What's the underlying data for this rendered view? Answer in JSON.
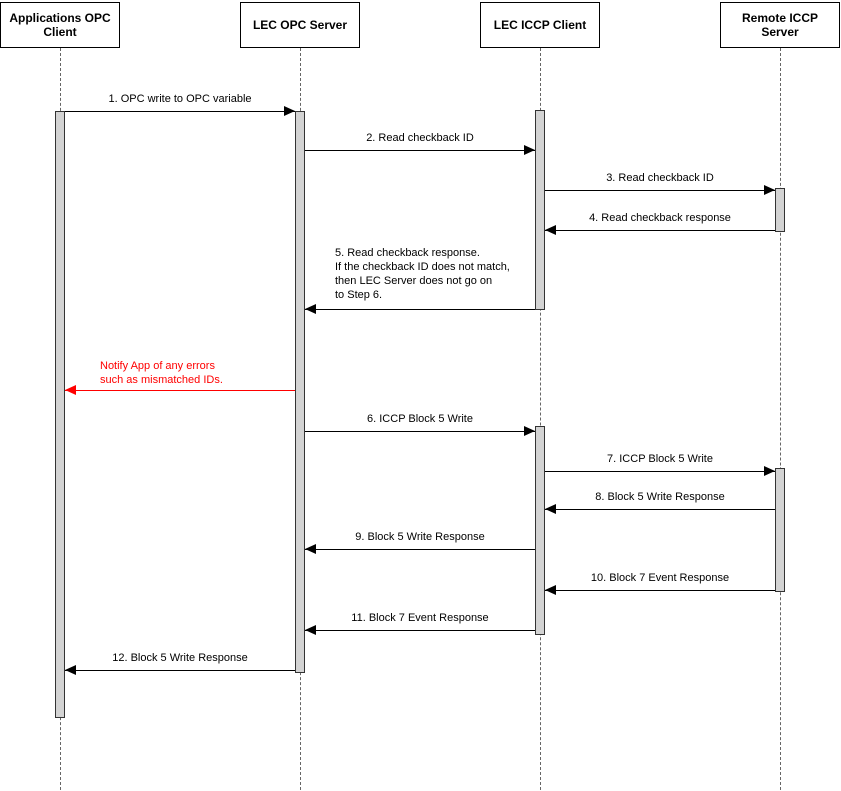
{
  "diagram": {
    "type": "uml-sequence",
    "colors": {
      "line": "#000000",
      "error": "#ff0000",
      "activation_fill": "#d3d3d3",
      "lifeline": "#666666"
    },
    "actors": [
      {
        "name": "Applications OPC Client"
      },
      {
        "name": "LEC OPC Server"
      },
      {
        "name": "LEC ICCP Client"
      },
      {
        "name": "Remote ICCP Server"
      }
    ],
    "messages": [
      {
        "label": "1. OPC write to OPC variable",
        "from": "Applications OPC Client",
        "to": "LEC OPC Server",
        "direction": "right"
      },
      {
        "label": "2. Read checkback ID",
        "from": "LEC OPC Server",
        "to": "LEC ICCP Client",
        "direction": "right"
      },
      {
        "label": "3. Read checkback ID",
        "from": "LEC ICCP Client",
        "to": "Remote ICCP Server",
        "direction": "right"
      },
      {
        "label": "4. Read checkback response",
        "from": "Remote ICCP Server",
        "to": "LEC ICCP Client",
        "direction": "left"
      },
      {
        "label": "5. Read checkback response.\nIf the checkback ID does not match,\nthen LEC Server does not go on\nto Step 6.",
        "from": "LEC ICCP Client",
        "to": "LEC OPC Server",
        "direction": "left"
      },
      {
        "label": "Notify App of any errors\nsuch as mismatched IDs.",
        "from": "LEC OPC Server",
        "to": "Applications OPC Client",
        "direction": "left",
        "color": "#ff0000"
      },
      {
        "label": "6. ICCP Block 5 Write",
        "from": "LEC OPC Server",
        "to": "LEC ICCP Client",
        "direction": "right"
      },
      {
        "label": "7. ICCP Block 5 Write",
        "from": "LEC ICCP Client",
        "to": "Remote ICCP Server",
        "direction": "right"
      },
      {
        "label": "8. Block 5 Write Response",
        "from": "Remote ICCP Server",
        "to": "LEC ICCP Client",
        "direction": "left"
      },
      {
        "label": "9. Block 5 Write Response",
        "from": "LEC ICCP Client",
        "to": "LEC OPC Server",
        "direction": "left"
      },
      {
        "label": "10. Block 7 Event Response",
        "from": "Remote ICCP Server",
        "to": "LEC ICCP Client",
        "direction": "left"
      },
      {
        "label": "11. Block 7 Event Response",
        "from": "LEC ICCP Client",
        "to": "LEC OPC Server",
        "direction": "left"
      },
      {
        "label": "12. Block 5 Write Response",
        "from": "LEC OPC Server",
        "to": "Applications OPC Client",
        "direction": "left"
      }
    ]
  }
}
